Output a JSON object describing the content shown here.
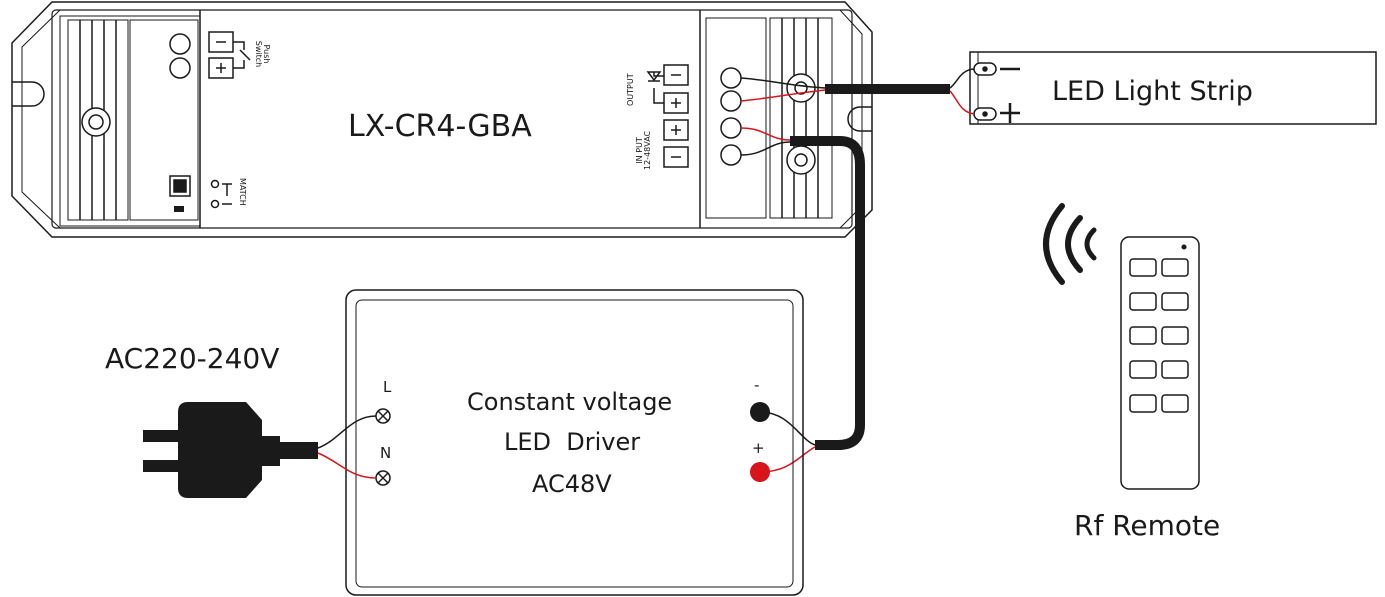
{
  "controller": {
    "model": "LX-CR4-GBA",
    "push_switch_label": "Push\nSwitch",
    "match_label": "MATCH",
    "output_label": "OUTPUT",
    "input_label": "IN PUT\n12-48VAC",
    "minus": "−",
    "plus": "+"
  },
  "strip": {
    "label": "LED Light Strip",
    "minus": "−",
    "plus": "+"
  },
  "driver": {
    "line1": "Constant voltage",
    "line2": "LED  Driver",
    "line3": "AC48V",
    "terminal_l": "L",
    "terminal_n": "N",
    "out_minus": "-",
    "out_plus": "+"
  },
  "mains": {
    "label": "AC220-240V"
  },
  "remote": {
    "label": "Rf Remote"
  },
  "colors": {
    "stroke": "#1a1a1a",
    "red_wire": "#d7141a",
    "black_wire": "#1a1a1a"
  }
}
